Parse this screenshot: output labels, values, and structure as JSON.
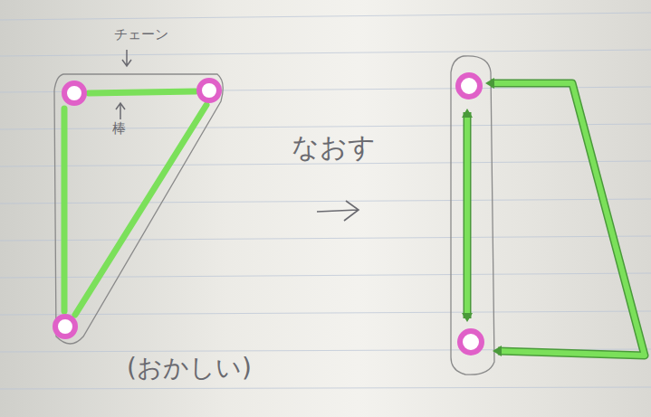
{
  "diagram": {
    "labels": [
      "チェーン",
      "棒",
      "なおす",
      "(おかしい)"
    ]
  }
}
